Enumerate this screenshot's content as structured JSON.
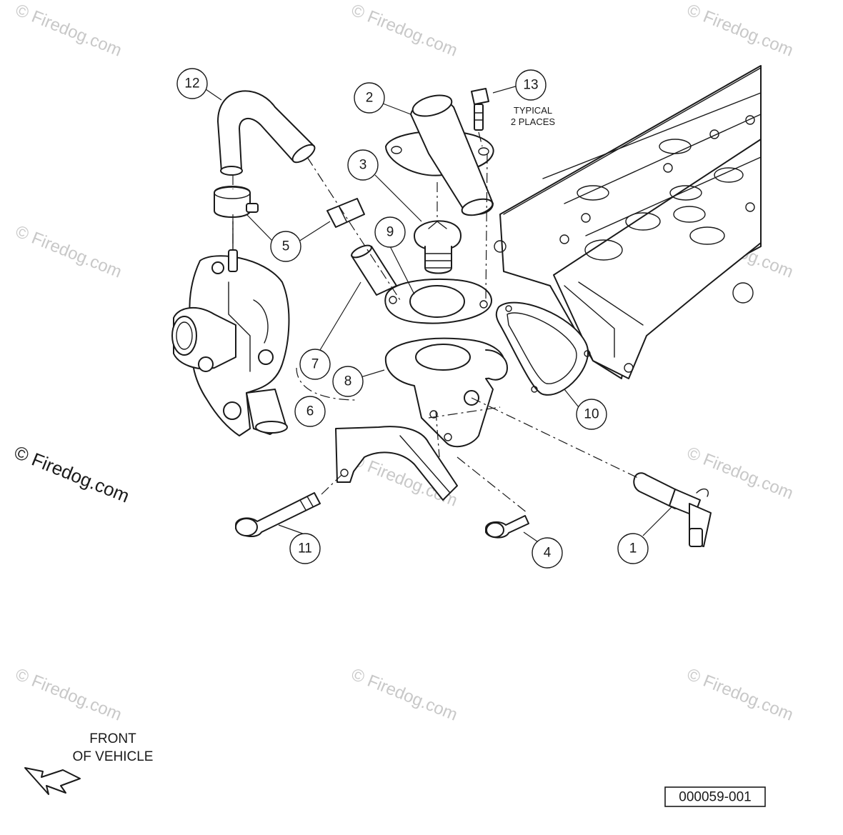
{
  "callouts": [
    {
      "id": "1",
      "label": "1"
    },
    {
      "id": "2",
      "label": "2"
    },
    {
      "id": "3",
      "label": "3"
    },
    {
      "id": "4",
      "label": "4"
    },
    {
      "id": "5",
      "label": "5"
    },
    {
      "id": "6",
      "label": "6"
    },
    {
      "id": "7",
      "label": "7"
    },
    {
      "id": "8",
      "label": "8"
    },
    {
      "id": "9",
      "label": "9"
    },
    {
      "id": "10",
      "label": "10"
    },
    {
      "id": "11",
      "label": "11"
    },
    {
      "id": "12",
      "label": "12"
    },
    {
      "id": "13",
      "label": "13"
    }
  ],
  "notes": {
    "typical_line1": "TYPICAL",
    "typical_line2": "2 PLACES"
  },
  "orientation": {
    "line1": "FRONT",
    "line2": "OF VEHICLE"
  },
  "reference_code": "000059-001",
  "watermark": "© Firedog.com"
}
